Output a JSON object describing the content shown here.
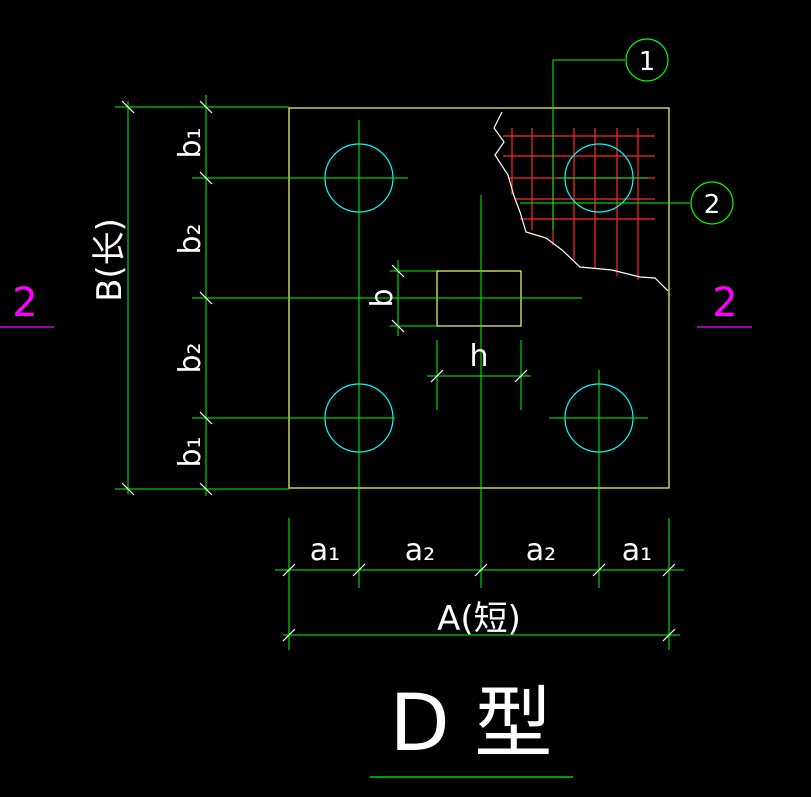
{
  "drawing": {
    "title": "D 型",
    "section_marks": [
      "2",
      "2"
    ],
    "callouts": [
      "1",
      "2"
    ],
    "dimensions": {
      "long_side": "B(长)",
      "short_side": "A(短)",
      "a1": "a₁",
      "a2": "a₂",
      "b1": "b₁",
      "b2": "b₂",
      "col_b": "b",
      "col_h": "h"
    }
  },
  "colors": {
    "background": "#000000",
    "plate_outline": "#ffff66",
    "dimension_lines": "#00ff00",
    "holes": "#00ffff",
    "rebar_mesh": "#ff2a2a",
    "section_marks": "#ff00ff",
    "text": "#ffffff",
    "callout_circles": "#00ff00"
  }
}
